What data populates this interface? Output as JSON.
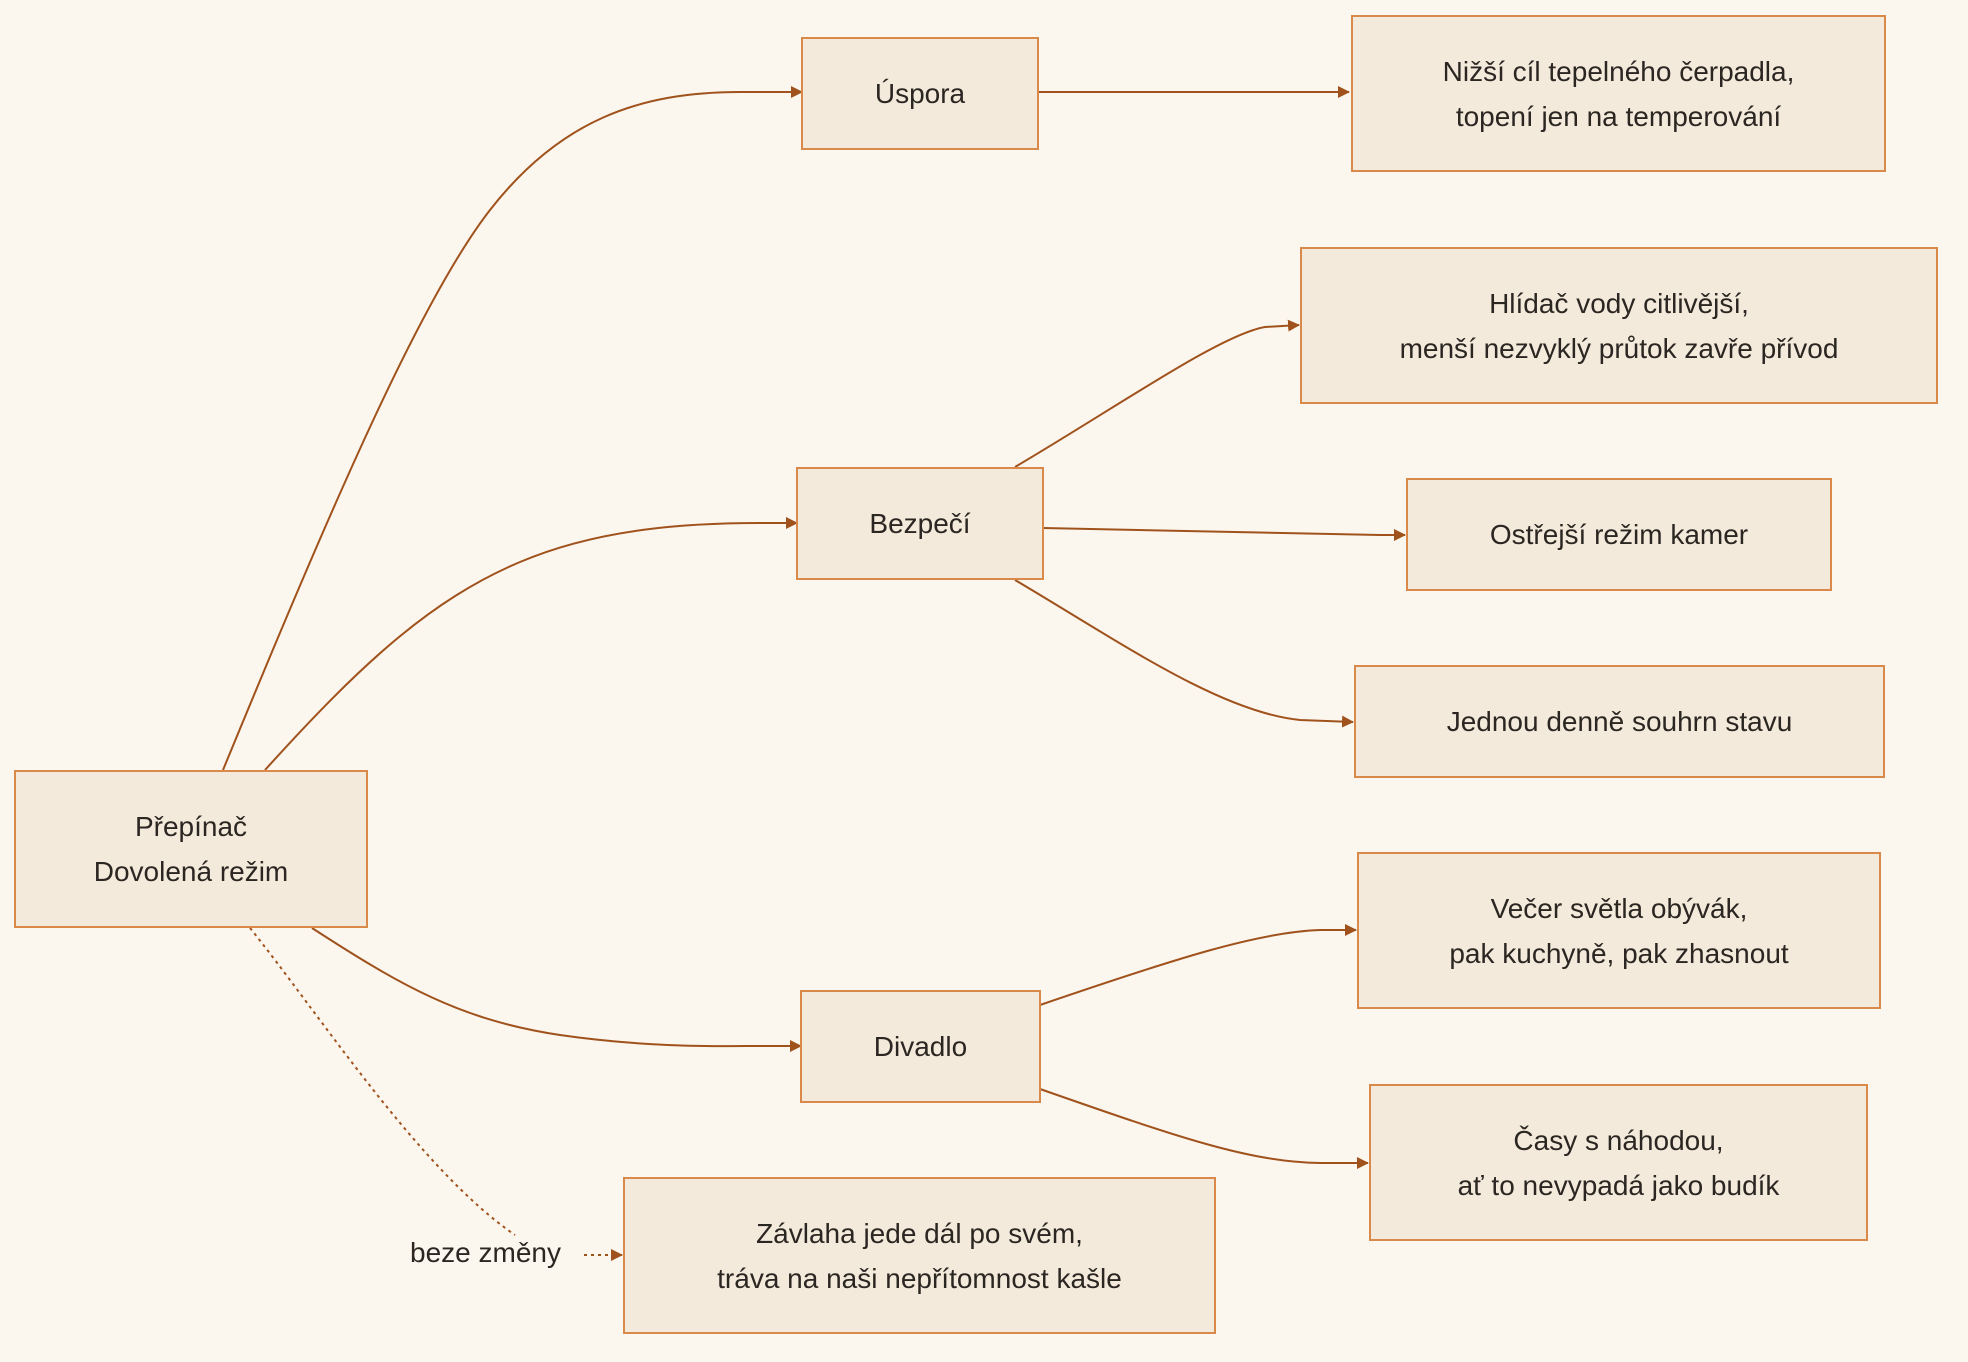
{
  "colors": {
    "background": "#fbf6ee",
    "node_fill": "#f3eadb",
    "node_border": "#d9894a",
    "edge": "#a0521c",
    "text": "#2b2622"
  },
  "nodes": {
    "switch": {
      "lines": [
        "Přepínač",
        "Dovolená režim"
      ]
    },
    "uspora": {
      "lines": [
        "Úspora"
      ]
    },
    "uspora_detail": {
      "lines": [
        "Nižší cíl tepelného čerpadla,",
        "topení jen na temperování"
      ]
    },
    "bezpeci": {
      "lines": [
        "Bezpečí"
      ]
    },
    "bezpeci_water": {
      "lines": [
        "Hlídač vody citlivější,",
        "menší nezvyklý průtok zavře přívod"
      ]
    },
    "bezpeci_cameras": {
      "lines": [
        "Ostřejší režim kamer"
      ]
    },
    "bezpeci_summary": {
      "lines": [
        "Jednou denně souhrn stavu"
      ]
    },
    "divadlo": {
      "lines": [
        "Divadlo"
      ]
    },
    "divadlo_lights": {
      "lines": [
        "Večer světla obývák,",
        "pak kuchyně, pak zhasnout"
      ]
    },
    "divadlo_random": {
      "lines": [
        "Časy s náhodou,",
        "ať to nevypadá jako budík"
      ]
    },
    "zavlaha": {
      "lines": [
        "Závlaha jede dál po svém,",
        "tráva na naši nepřítomnost kašle"
      ]
    }
  },
  "edge_labels": {
    "unchanged": "beze změny"
  }
}
